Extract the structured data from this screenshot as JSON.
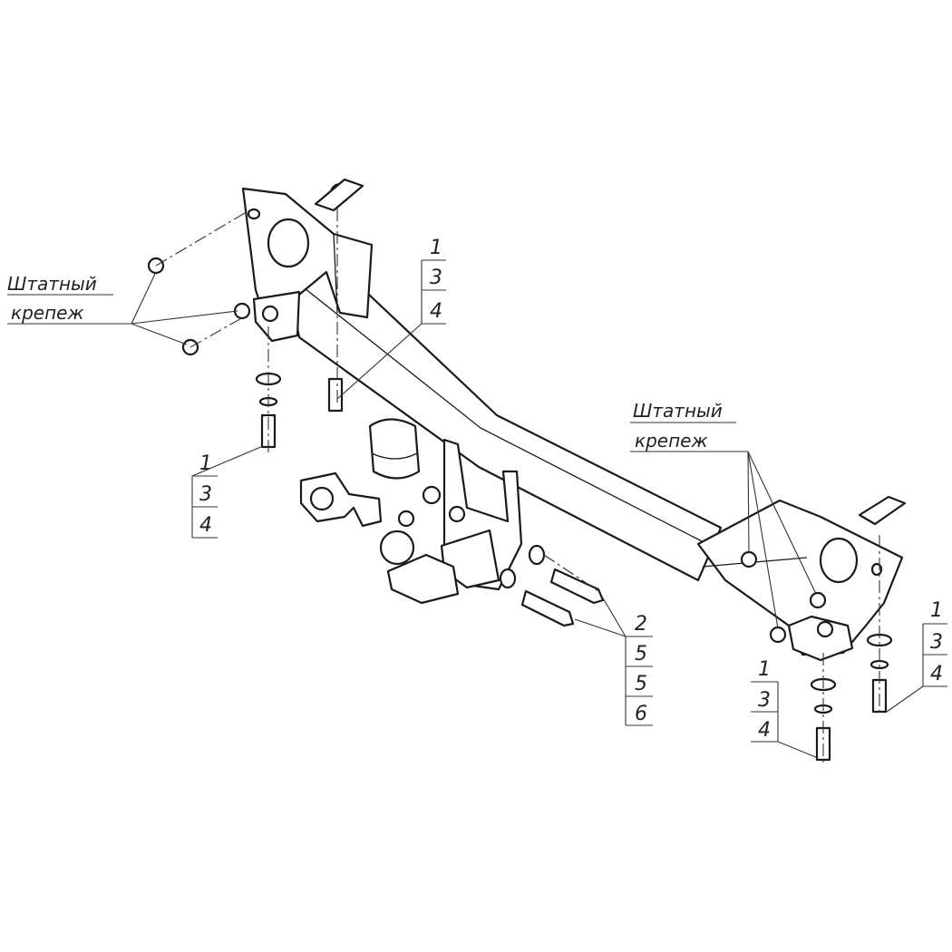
{
  "labels": {
    "fastener_left": [
      "Штатный",
      "крепеж"
    ],
    "fastener_right": [
      "Штатный",
      "крепеж"
    ],
    "callout_top_center": [
      "1",
      "3",
      "4"
    ],
    "callout_left": [
      "1",
      "3",
      "4"
    ],
    "callout_center_bottom": [
      "2",
      "5",
      "5",
      "6"
    ],
    "callout_right_low": [
      "1",
      "3",
      "4"
    ],
    "callout_right": [
      "1",
      "3",
      "4"
    ]
  },
  "colors": {
    "line": "#1a1a1a",
    "background": "#ffffff"
  }
}
